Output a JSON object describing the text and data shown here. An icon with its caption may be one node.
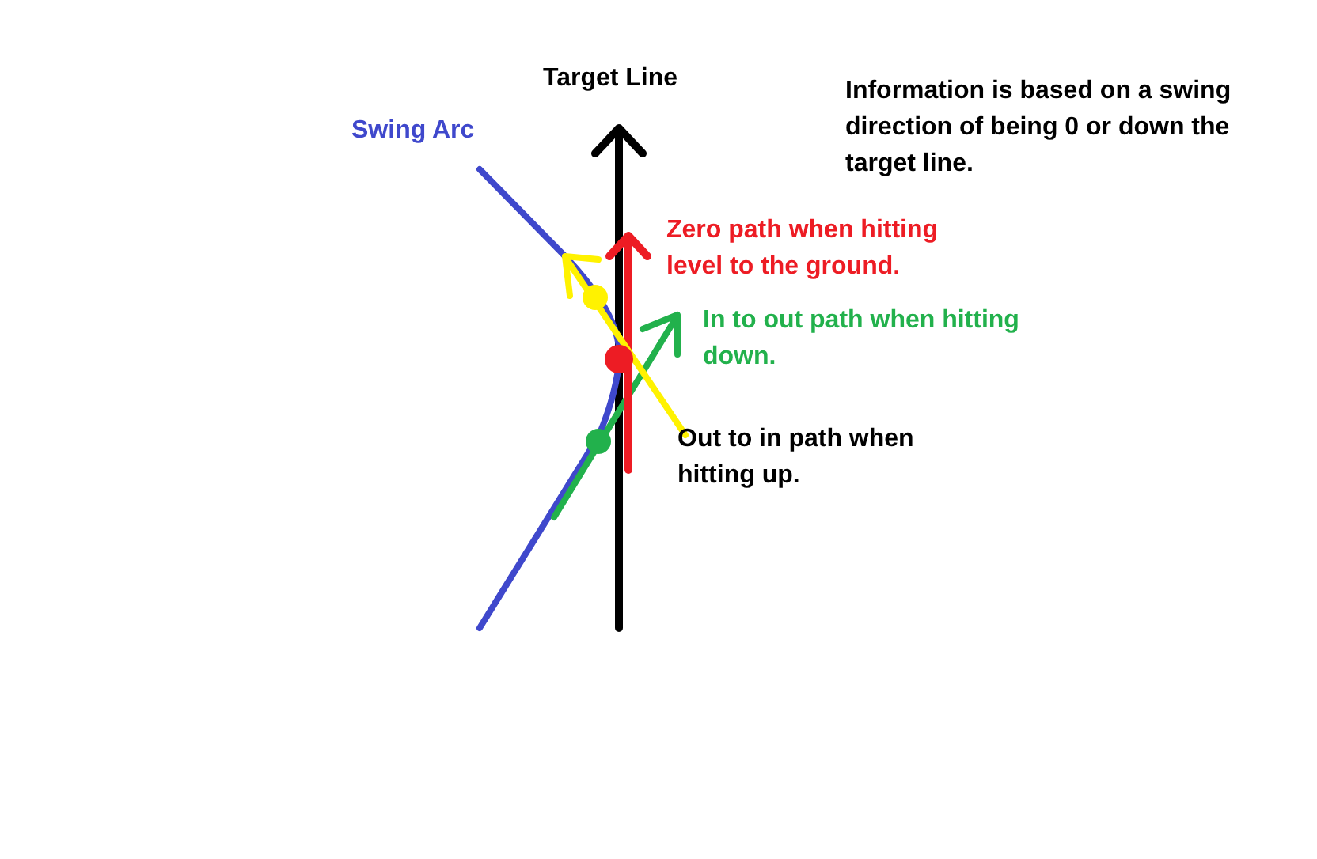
{
  "diagram": {
    "labels": [
      "Target Line",
      "Information is based on a swing direction of being 0 or down the target line.",
      "Swing Arc",
      "Zero path when hitting level to the ground.",
      "In to out path when hitting down.",
      "Out to in path when hitting up."
    ]
  }
}
